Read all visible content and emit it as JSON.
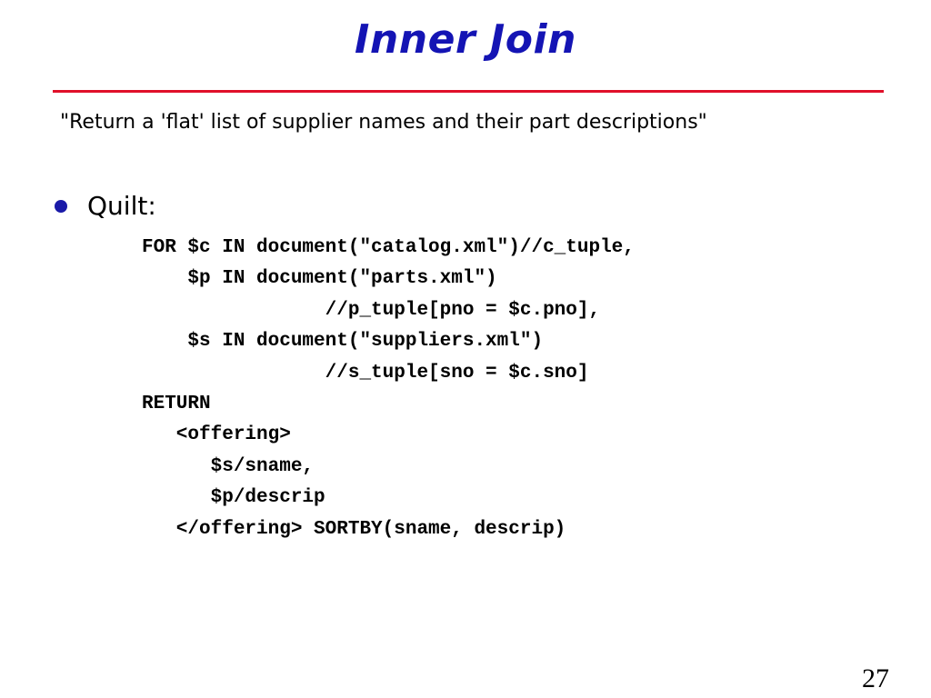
{
  "slide": {
    "title": "Inner Join",
    "subtitle": "\"Return a 'flat' list of supplier names and their part descriptions\"",
    "bullet": "Quilt:",
    "code_lines": [
      "FOR $c IN document(\"catalog.xml\")//c_tuple,",
      "    $p IN document(\"parts.xml\")",
      "                //p_tuple[pno = $c.pno],",
      "    $s IN document(\"suppliers.xml\")",
      "                //s_tuple[sno = $c.sno]",
      "RETURN",
      "   <offering>",
      "      $s/sname,",
      "      $p/descrip",
      "   </offering> SORTBY(sname, descrip)"
    ],
    "page_number": "27"
  },
  "colors": {
    "title": "#1414b4",
    "rule": "#e0102a",
    "bullet": "#1a1aa8"
  }
}
